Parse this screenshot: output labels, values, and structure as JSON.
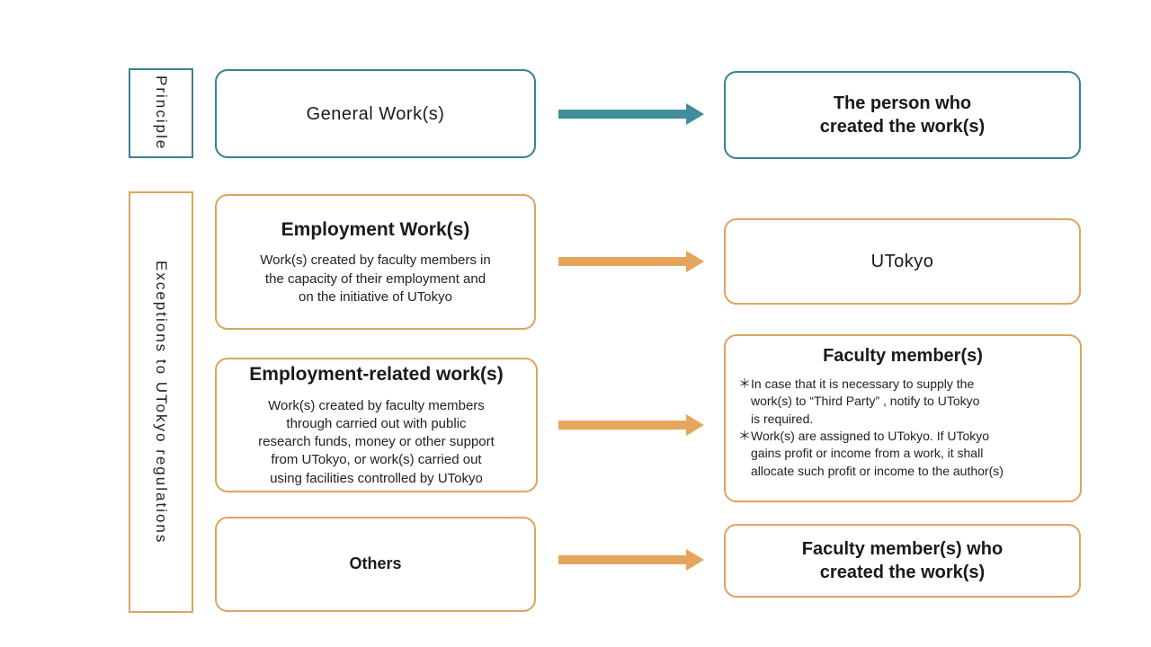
{
  "colors": {
    "teal": "#38828F",
    "orange": "#DCA45F",
    "arrow_teal": "#418D9B",
    "arrow_orange": "#E5A55C"
  },
  "sidebar": {
    "principle_label": "Principle",
    "exceptions_label": "Exceptions to UTokyo regulations"
  },
  "rows": [
    {
      "source": {
        "title": "General Work(s)"
      },
      "result": {
        "title": "The person who\ncreated the work(s)"
      }
    },
    {
      "source": {
        "title": "Employment Work(s)",
        "description": "Work(s) created by faculty members in\nthe capacity of their employment and\non the initiative of UTokyo"
      },
      "result": {
        "title": "UTokyo"
      }
    },
    {
      "source": {
        "title": "Employment-related work(s)",
        "description": "Work(s) created by faculty members\nthrough carried out with public\nresearch funds, money or other support\nfrom UTokyo, or work(s) carried out\nusing facilities controlled by UTokyo"
      },
      "result": {
        "title": "Faculty member(s)",
        "notes": [
          "＊In case that it is necessary to supply the\nwork(s) to “Third Party” , notify to UTokyo\nis required.",
          "＊Work(s) are assigned to UTokyo. If UTokyo\ngains profit or income from a work, it shall\nallocate such profit or income to the author(s)"
        ]
      }
    },
    {
      "source": {
        "title": "Others"
      },
      "result": {
        "title": "Faculty member(s) who\ncreated the work(s)"
      }
    }
  ]
}
